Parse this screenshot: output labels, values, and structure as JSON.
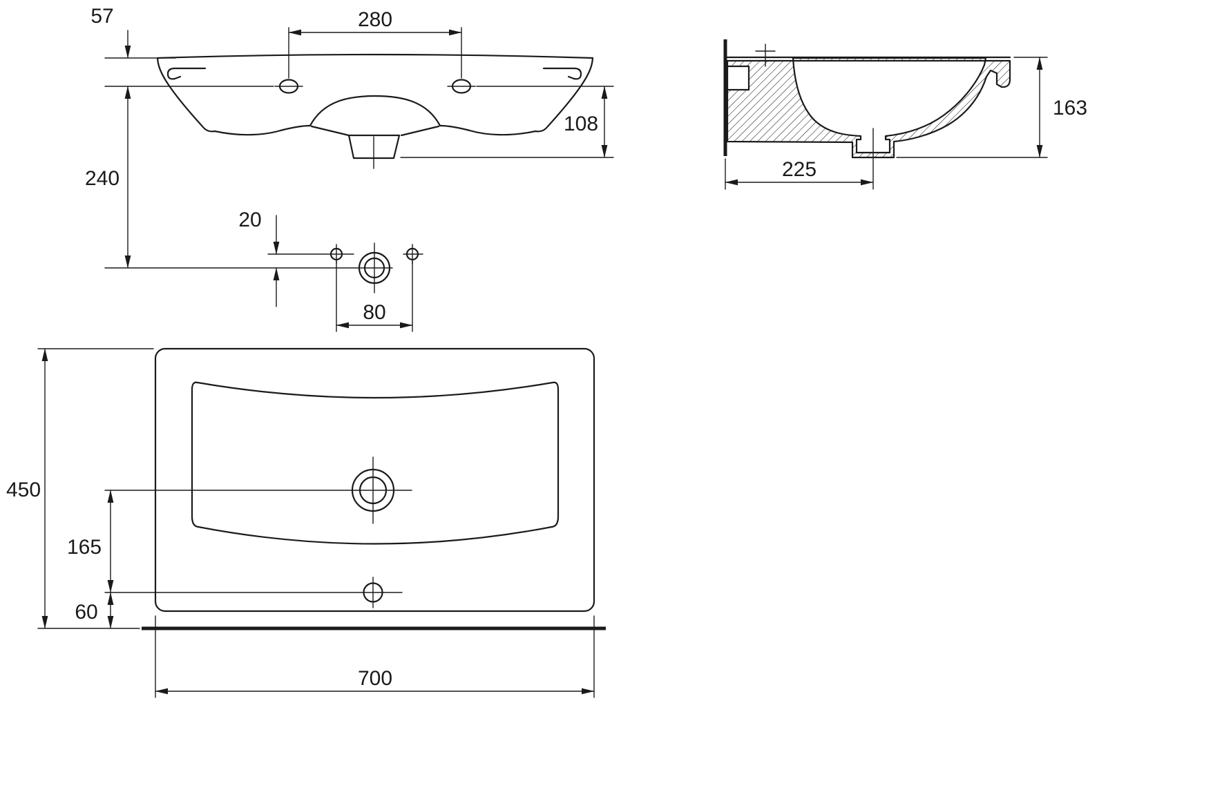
{
  "page": {
    "background": "#ffffff",
    "line_color": "#1a1a1a"
  },
  "front_view": {
    "rim_to_holes": "57",
    "hole_spacing": "280",
    "holes_to_drain_bottom": "108",
    "holes_to_drain_center": "240",
    "overflow_offset": "20",
    "overflow_spacing": "80"
  },
  "side_view": {
    "basin_height": "163",
    "wall_to_drain": "225"
  },
  "plan_view": {
    "depth": "450",
    "width": "700",
    "drain_to_tap_hole": "165",
    "tap_hole_to_edge": "60"
  }
}
